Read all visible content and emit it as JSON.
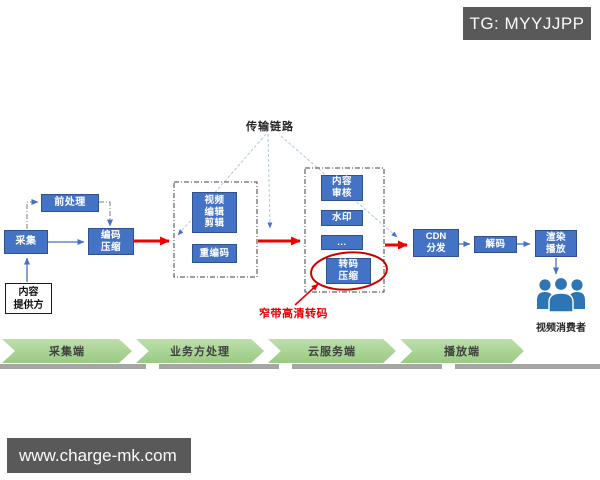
{
  "badges": {
    "tg": "TG: MYYJJPP",
    "watermark": "www.charge-mk.com"
  },
  "diagram": {
    "transmission_link_label": "传输链路",
    "capture_stage": {
      "pre_processing": "前处理",
      "capture": "采集",
      "encode_compress": "编码\n压缩",
      "content_provider": "内容\n提供方"
    },
    "business_stage": {
      "video_edit": "视频\n编辑\n剪辑",
      "re_encode": "重编码"
    },
    "cloud_stage": {
      "content_review": "内容\n审核",
      "watermark": "水印",
      "more": "...",
      "transcode_compress": "转码\n压缩"
    },
    "delivery_stage": {
      "cdn": "CDN\n分发",
      "decode": "解码",
      "render_play": "渲染\n播放"
    },
    "annotation": {
      "narrowband_hd": "窄带高清转码"
    },
    "consumer_label": "视频消费者"
  },
  "stages": [
    {
      "label": "采集端"
    },
    {
      "label": "业务方处理"
    },
    {
      "label": "云服务端"
    },
    {
      "label": "播放端"
    }
  ],
  "colors": {
    "node_blue": "#4472C4",
    "node_border": "#2F528F",
    "arrow_red": "#F20000",
    "ellipse_red": "#CC0000",
    "chevron_green": "#A9D18E",
    "badge_gray": "#595959",
    "bar_gray": "#A6A6A6",
    "people_blue": "#2E75B6"
  }
}
